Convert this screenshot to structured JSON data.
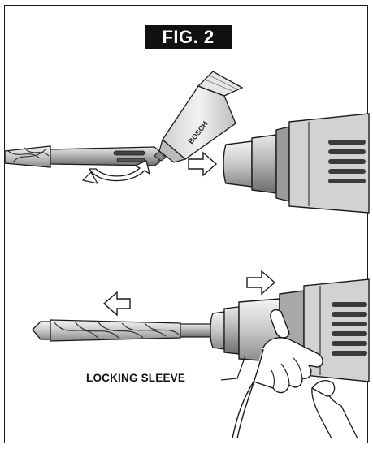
{
  "figure": {
    "title": "FIG. 2",
    "labels": {
      "locking_sleeve": "LOCKING SLEEVE"
    },
    "tube_brand": "BOSCH"
  },
  "colors": {
    "ink": "#1a1a1a",
    "light_gray": "#d9d9d9",
    "mid_gray": "#a6a6a6",
    "dark_gray": "#6e6e6e"
  }
}
